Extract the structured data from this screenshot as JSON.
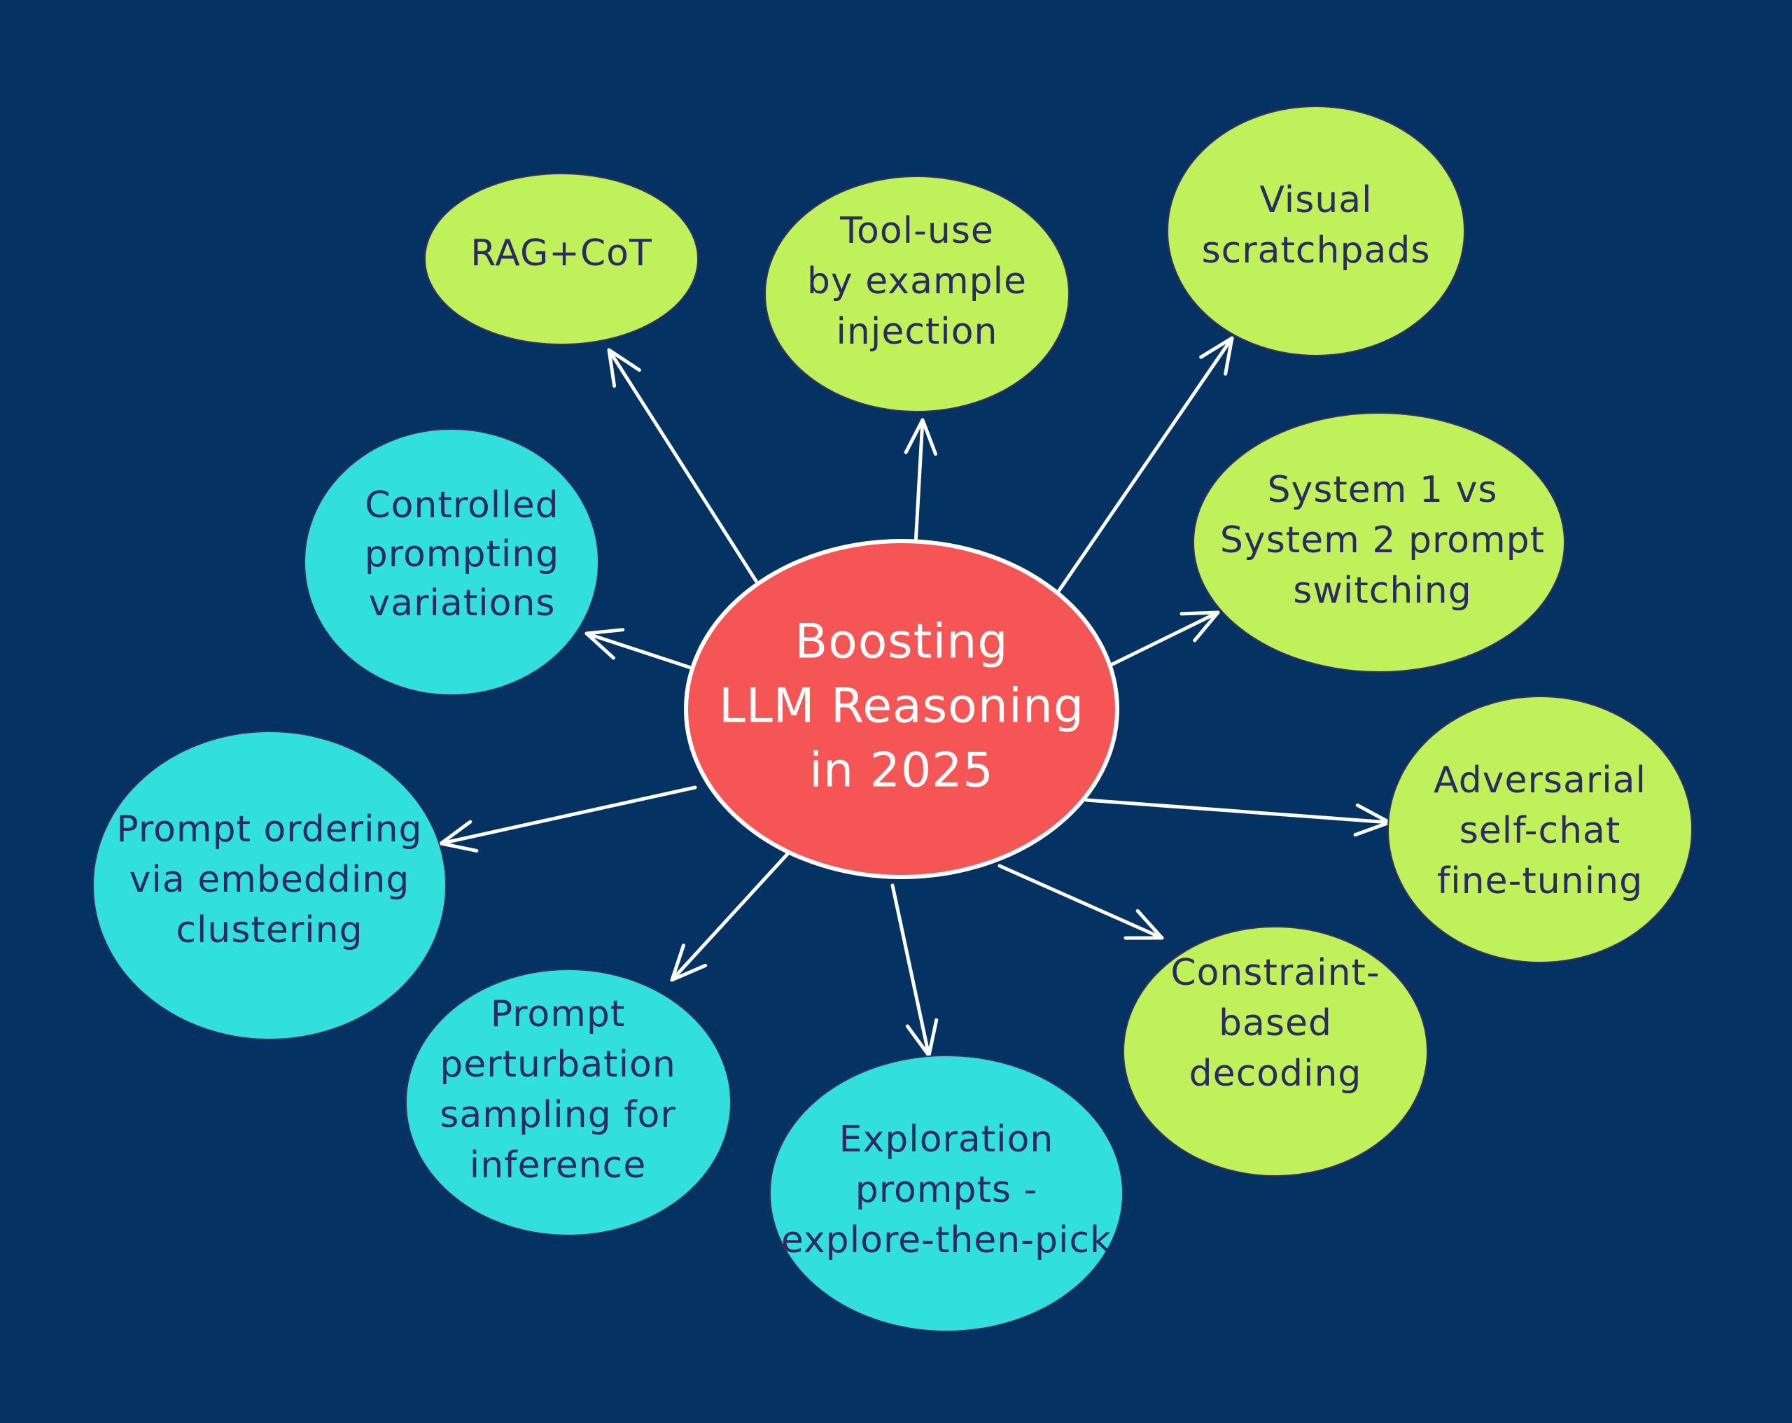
{
  "colors": {
    "background": "#043262",
    "center_fill": "#f65556",
    "green_node": "#bff15a",
    "teal_node": "#31e0dc",
    "node_text": "#2d2a63",
    "center_text": "#ffffff",
    "arrow": "#ffffff"
  },
  "center": {
    "lines": [
      "Boosting",
      "LLM Reasoning",
      "in 2025"
    ]
  },
  "nodes": [
    {
      "id": "rag-cot",
      "color": "green",
      "lines": [
        "RAG+CoT"
      ]
    },
    {
      "id": "tool-use",
      "color": "green",
      "lines": [
        "Tool-use",
        "by example",
        "injection"
      ]
    },
    {
      "id": "visual-scratchpads",
      "color": "green",
      "lines": [
        "Visual",
        "scratchpads"
      ]
    },
    {
      "id": "system-switching",
      "color": "green",
      "lines": [
        "System 1 vs",
        "System 2 prompt",
        "switching"
      ]
    },
    {
      "id": "adversarial-self-chat",
      "color": "green",
      "lines": [
        "Adversarial",
        "self-chat",
        "fine-tuning"
      ]
    },
    {
      "id": "constraint-decoding",
      "color": "green",
      "lines": [
        "Constraint-",
        "based",
        "decoding"
      ]
    },
    {
      "id": "exploration-prompts",
      "color": "teal",
      "lines": [
        "Exploration",
        "prompts -",
        "explore-then-pick"
      ]
    },
    {
      "id": "prompt-perturbation",
      "color": "teal",
      "lines": [
        "Prompt",
        "perturbation",
        "sampling for",
        "inference"
      ]
    },
    {
      "id": "prompt-ordering",
      "color": "teal",
      "lines": [
        "Prompt ordering",
        "via embedding",
        "clustering"
      ]
    },
    {
      "id": "controlled-prompting",
      "color": "teal",
      "lines": [
        "Controlled",
        "prompting",
        "variations"
      ]
    }
  ]
}
